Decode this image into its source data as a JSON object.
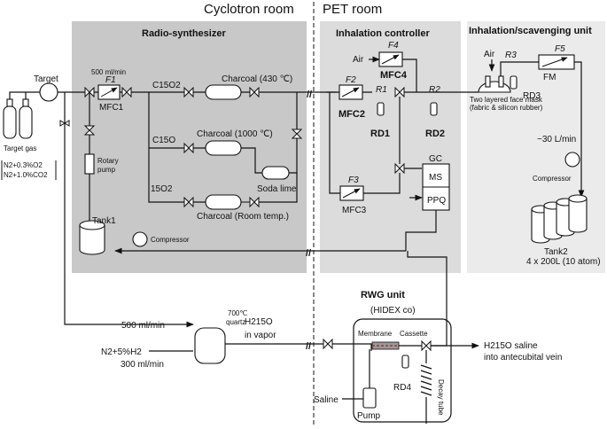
{
  "rooms": {
    "cyclotron": "Cyclotron room",
    "pet": "PET room"
  },
  "panels": {
    "radio_synthesizer": "Radio-synthesizer",
    "inhalation_controller": "Inhalation controller",
    "inhalation_scavenging": "Inhalation/scavenging unit",
    "rwg_unit": "RWG unit",
    "rwg_maker": "(HIDEX co)"
  },
  "target": {
    "label": "Target",
    "gas_label": "Target gas",
    "gas_line1": "N2+0.3%O2",
    "gas_line2": "N2+1.0%CO2"
  },
  "synth": {
    "flow": "500 ml/min",
    "f1": "F1",
    "mfc1": "MFC1",
    "c15o2": "C15O2",
    "c15o": "C15O",
    "o15": "15O2",
    "charcoal_430": "Charcoal (430 ℃)",
    "charcoal_1000": "Charcoal (1000 ℃)",
    "charcoal_room": "Charcoal (Room temp.)",
    "soda_lime": "Soda lime",
    "rotary_pump": "Rotary pump",
    "tank1": "Tank1",
    "compressor": "Compressor"
  },
  "controller": {
    "air": "Air",
    "f4": "F4",
    "mfc4": "MFC4",
    "f2": "F2",
    "mfc2": "MFC2",
    "r1": "R1",
    "rd1": "RD1",
    "r2": "R2",
    "rd2": "RD2",
    "f3": "F3",
    "mfc3": "MFC3",
    "gc": "GC",
    "ms": "MS",
    "ppq": "PPQ"
  },
  "scavenging": {
    "air": "Air",
    "r3": "R3",
    "f5": "F5",
    "fm": "FM",
    "rd3": "RD3",
    "mask_line1": "Two layered face mask",
    "mask_line2": "(fabric & silicon rubber)",
    "flow": "~30 L/min",
    "compressor": "Compressor",
    "tank2": "Tank2",
    "tank2_spec": "4 x 200L (10 atom)"
  },
  "rwg": {
    "flow_top": "500 ml/min",
    "flow_bottom": "300 ml/min",
    "n2h2": "N2+5%H2",
    "furnace_line1": "700℃",
    "furnace_line2": "quartz",
    "h2o_line1": "H215O",
    "h2o_line2": "in vapor",
    "membrane": "Membrane",
    "cassette": "Cassette",
    "rd4": "RD4",
    "saline": "Saline",
    "pump": "Pump",
    "decay_tube": "Decay tube",
    "output_line1": "H215O saline",
    "output_line2": "into antecubital vein"
  },
  "colors": {
    "panel_dark": "#c8c8c8",
    "panel_mid": "#dcdcdc",
    "panel_light": "#ebebeb",
    "line": "#111111",
    "membrane": "#c0282a"
  }
}
